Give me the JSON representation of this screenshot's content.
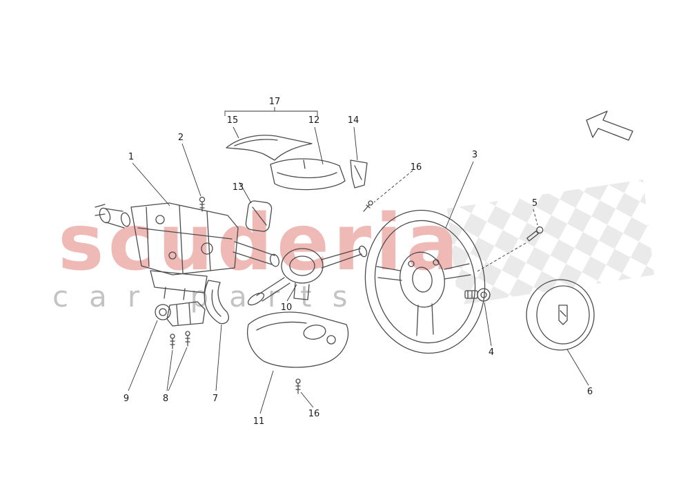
{
  "watermark": {
    "brand": "scuderia",
    "tagline": "car parts"
  },
  "labels": {
    "n1": "1",
    "n2": "2",
    "n3": "3",
    "n4": "4",
    "n5": "5",
    "n6": "6",
    "n7": "7",
    "n8": "8",
    "n9": "9",
    "n10": "10",
    "n11": "11",
    "n12": "12",
    "n13": "13",
    "n14": "14",
    "n15": "15",
    "n16a": "16",
    "n16b": "16",
    "n17": "17"
  },
  "colors": {
    "background": "#ffffff",
    "line_art": "#4a4a4a",
    "leader_line": "#333333",
    "label_text": "#1a1a1a",
    "watermark_red": "#e2817c",
    "watermark_gray": "#b9b9b9",
    "checker_gray": "#d9d9d9"
  }
}
